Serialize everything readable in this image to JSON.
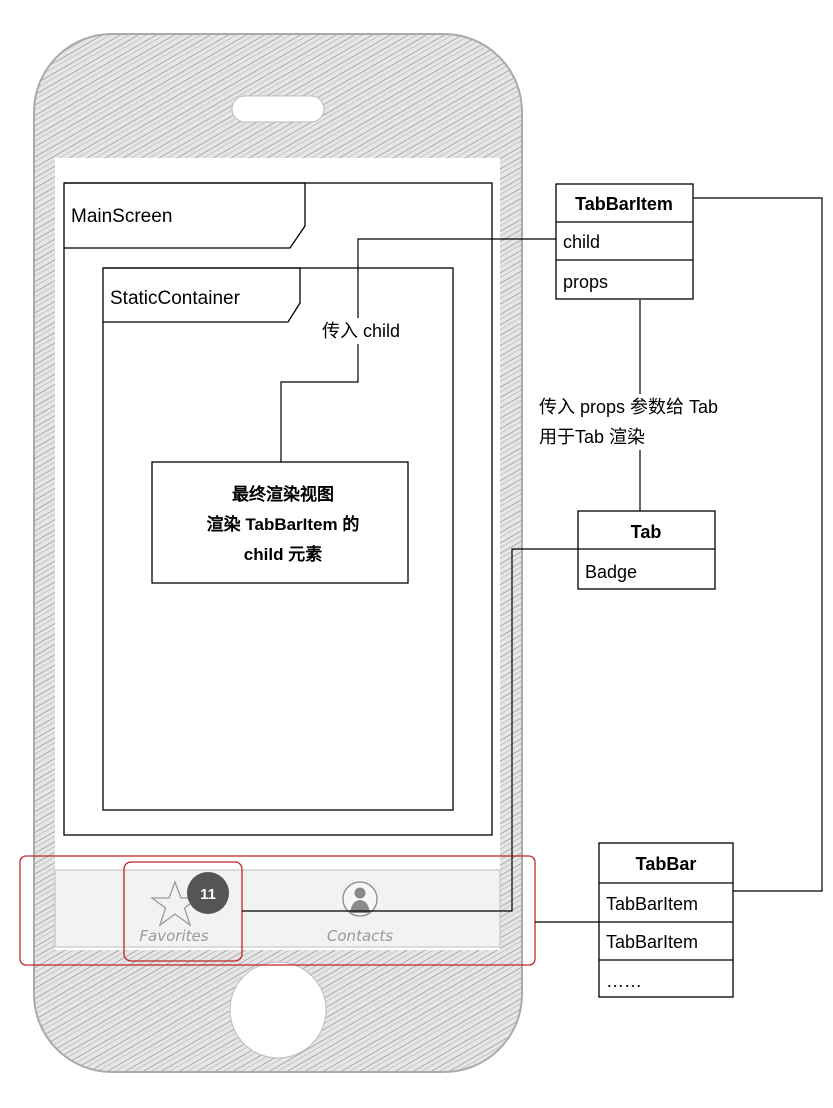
{
  "phone": {
    "main_screen_label": "MainScreen",
    "static_container_label": "StaticContainer",
    "final_view_lines": [
      "最终渲染视图",
      "渲染 TabBarItem 的",
      "child 元素"
    ],
    "tabs": [
      {
        "label": "Favorites",
        "icon": "star-icon",
        "badge": "11"
      },
      {
        "label": "Contacts",
        "icon": "person-icon"
      }
    ]
  },
  "annotations": {
    "pass_child": "传入 child",
    "pass_props_line1": "传入 props 参数给 Tab",
    "pass_props_line2": "用于Tab 渲染"
  },
  "classes": {
    "tabbaritem": {
      "title": "TabBarItem",
      "fields": [
        "child",
        "props"
      ]
    },
    "tab": {
      "title": "Tab",
      "fields": [
        "Badge"
      ]
    },
    "tabbar": {
      "title": "TabBar",
      "fields": [
        "TabBarItem",
        "TabBarItem",
        "……"
      ]
    }
  },
  "colors": {
    "highlight": "#c0252c",
    "badge": "#555555",
    "phone_hatch": "#9d9d9d"
  }
}
